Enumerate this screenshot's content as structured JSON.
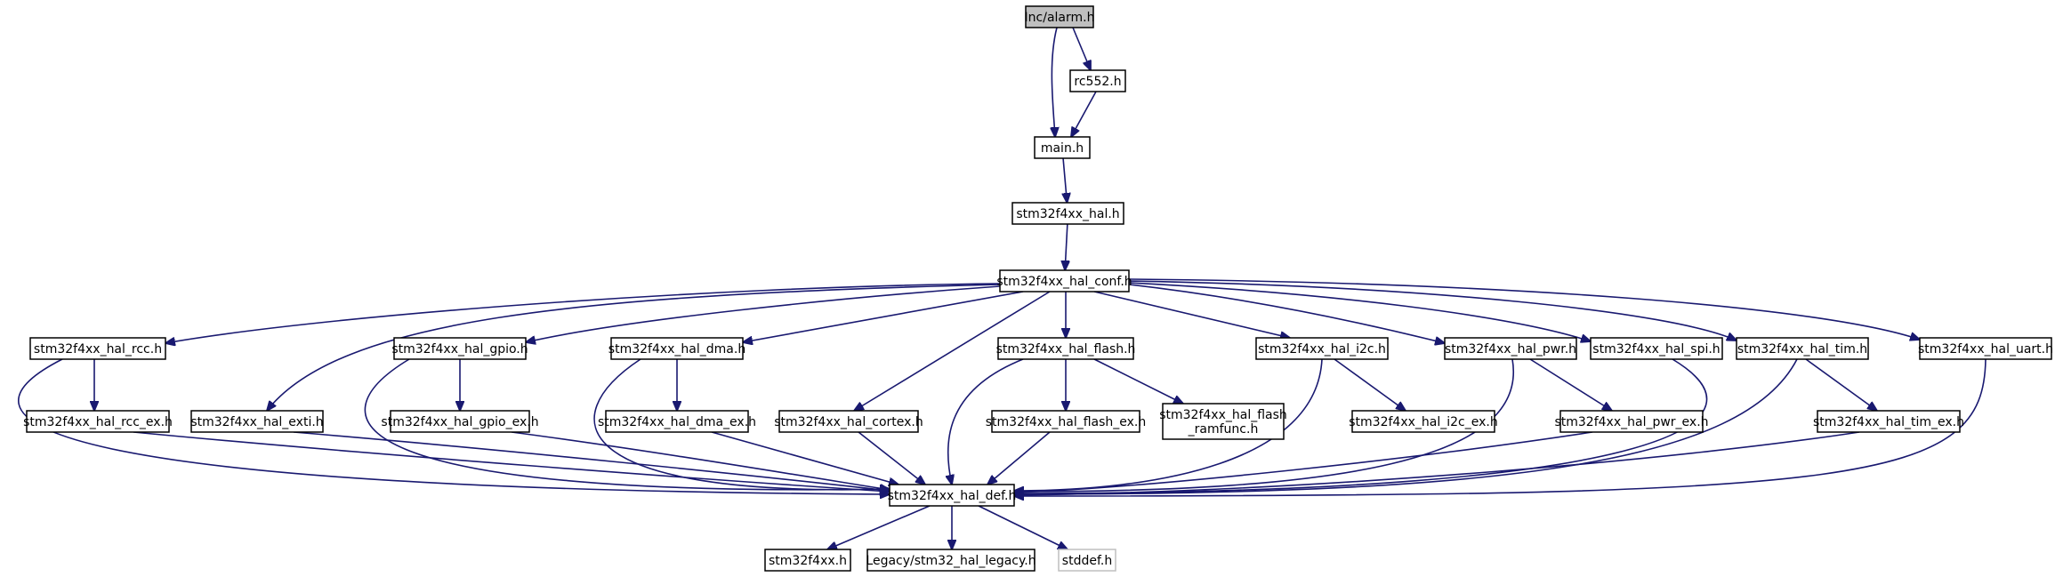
{
  "graph": {
    "nodes": [
      {
        "id": "alarm",
        "label": "Inc/alarm.h",
        "root": true
      },
      {
        "id": "rc552",
        "label": "rc552.h"
      },
      {
        "id": "main",
        "label": "main.h"
      },
      {
        "id": "hal",
        "label": "stm32f4xx_hal.h"
      },
      {
        "id": "conf",
        "label": "stm32f4xx_hal_conf.h"
      },
      {
        "id": "rcc",
        "label": "stm32f4xx_hal_rcc.h"
      },
      {
        "id": "gpio",
        "label": "stm32f4xx_hal_gpio.h"
      },
      {
        "id": "dma",
        "label": "stm32f4xx_hal_dma.h"
      },
      {
        "id": "flash",
        "label": "stm32f4xx_hal_flash.h"
      },
      {
        "id": "i2c",
        "label": "stm32f4xx_hal_i2c.h"
      },
      {
        "id": "pwr",
        "label": "stm32f4xx_hal_pwr.h"
      },
      {
        "id": "spi",
        "label": "stm32f4xx_hal_spi.h"
      },
      {
        "id": "tim",
        "label": "stm32f4xx_hal_tim.h"
      },
      {
        "id": "uart",
        "label": "stm32f4xx_hal_uart.h"
      },
      {
        "id": "rcc_ex",
        "label": "stm32f4xx_hal_rcc_ex.h"
      },
      {
        "id": "exti",
        "label": "stm32f4xx_hal_exti.h"
      },
      {
        "id": "gpio_ex",
        "label": "stm32f4xx_hal_gpio_ex.h"
      },
      {
        "id": "dma_ex",
        "label": "stm32f4xx_hal_dma_ex.h"
      },
      {
        "id": "cortex",
        "label": "stm32f4xx_hal_cortex.h"
      },
      {
        "id": "flash_ex",
        "label": "stm32f4xx_hal_flash_ex.h"
      },
      {
        "id": "ramfunc",
        "label": "stm32f4xx_hal_flash\n_ramfunc.h"
      },
      {
        "id": "i2c_ex",
        "label": "stm32f4xx_hal_i2c_ex.h"
      },
      {
        "id": "pwr_ex",
        "label": "stm32f4xx_hal_pwr_ex.h"
      },
      {
        "id": "tim_ex",
        "label": "stm32f4xx_hal_tim_ex.h"
      },
      {
        "id": "def",
        "label": "stm32f4xx_hal_def.h"
      },
      {
        "id": "stm32f4xx",
        "label": "stm32f4xx.h"
      },
      {
        "id": "legacy",
        "label": "Legacy/stm32_hal_legacy.h"
      },
      {
        "id": "stddef",
        "label": "stddef.h",
        "leaf": true
      }
    ],
    "edges": [
      [
        "alarm",
        "main"
      ],
      [
        "alarm",
        "rc552"
      ],
      [
        "rc552",
        "main"
      ],
      [
        "main",
        "hal"
      ],
      [
        "hal",
        "conf"
      ],
      [
        "conf",
        "rcc"
      ],
      [
        "conf",
        "exti"
      ],
      [
        "conf",
        "gpio"
      ],
      [
        "conf",
        "dma"
      ],
      [
        "conf",
        "cortex"
      ],
      [
        "conf",
        "flash"
      ],
      [
        "conf",
        "i2c"
      ],
      [
        "conf",
        "pwr"
      ],
      [
        "conf",
        "spi"
      ],
      [
        "conf",
        "tim"
      ],
      [
        "conf",
        "uart"
      ],
      [
        "rcc",
        "rcc_ex"
      ],
      [
        "rcc",
        "def"
      ],
      [
        "rcc_ex",
        "def"
      ],
      [
        "exti",
        "def"
      ],
      [
        "gpio",
        "gpio_ex"
      ],
      [
        "gpio",
        "def"
      ],
      [
        "gpio_ex",
        "def"
      ],
      [
        "dma",
        "dma_ex"
      ],
      [
        "dma",
        "def"
      ],
      [
        "dma_ex",
        "def"
      ],
      [
        "cortex",
        "def"
      ],
      [
        "flash",
        "flash_ex"
      ],
      [
        "flash",
        "ramfunc"
      ],
      [
        "flash",
        "def"
      ],
      [
        "flash_ex",
        "def"
      ],
      [
        "i2c",
        "i2c_ex"
      ],
      [
        "i2c",
        "def"
      ],
      [
        "pwr",
        "pwr_ex"
      ],
      [
        "pwr",
        "def"
      ],
      [
        "pwr_ex",
        "def"
      ],
      [
        "spi",
        "def"
      ],
      [
        "tim",
        "tim_ex"
      ],
      [
        "tim",
        "def"
      ],
      [
        "tim_ex",
        "def"
      ],
      [
        "uart",
        "def"
      ],
      [
        "def",
        "stm32f4xx"
      ],
      [
        "def",
        "legacy"
      ],
      [
        "def",
        "stddef"
      ]
    ]
  }
}
